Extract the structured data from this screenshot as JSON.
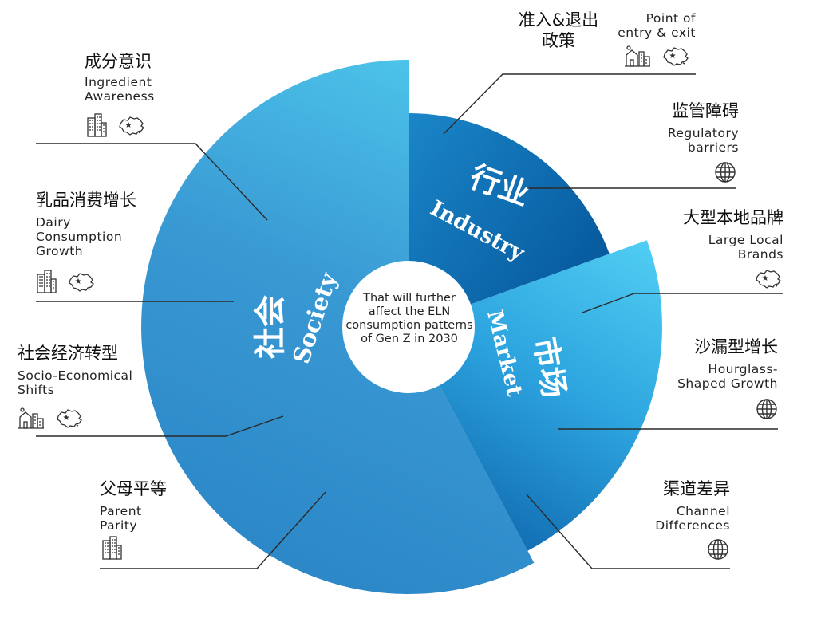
{
  "center_text": "That will further affect the ELN consumption patterns of Gen Z in 2030",
  "colors": {
    "society": "#3a95d0",
    "industry": "#0d6eb5",
    "market": "#35b0e5",
    "center": "#ffffff",
    "line": "#2a2a2a"
  },
  "sectors": {
    "society": {
      "zh": "社会",
      "en": "Society"
    },
    "industry": {
      "zh": "行业",
      "en": "Industry"
    },
    "market": {
      "zh": "市场",
      "en": "Market"
    }
  },
  "factors": {
    "ingredient": {
      "zh": "成分意识",
      "en": [
        "Ingredient",
        "Awareness"
      ],
      "icons": [
        "city-icon",
        "china-map-icon"
      ]
    },
    "dairy": {
      "zh": "乳品消费增长",
      "en": [
        "Dairy",
        "Consumption",
        "Growth"
      ],
      "icons": [
        "city-icon",
        "china-map-icon"
      ]
    },
    "socio": {
      "zh": "社会经济转型",
      "en": [
        "Socio-Economical",
        "Shifts"
      ],
      "icons": [
        "town-icon",
        "china-map-icon"
      ]
    },
    "parent": {
      "zh": "父母平等",
      "en": [
        "Parent",
        "Parity"
      ],
      "icons": [
        "city-icon"
      ]
    },
    "entry": {
      "zh": [
        "准入&退出",
        "政策"
      ],
      "en": [
        "Point of",
        "entry & exit"
      ],
      "icons": [
        "town-icon",
        "china-map-icon"
      ]
    },
    "regulatory": {
      "zh": "监管障碍",
      "en": [
        "Regulatory",
        "barriers"
      ],
      "icons": [
        "globe-icon"
      ]
    },
    "local": {
      "zh": "大型本地品牌",
      "en": [
        "Large Local",
        "Brands"
      ],
      "icons": [
        "china-map-icon"
      ]
    },
    "hourglass": {
      "zh": "沙漏型增长",
      "en": [
        "Hourglass-",
        "Shaped Growth"
      ],
      "icons": [
        "globe-icon"
      ]
    },
    "channel": {
      "zh": "渠道差异",
      "en": [
        "Channel",
        "Differences"
      ],
      "icons": [
        "globe-icon"
      ]
    }
  }
}
